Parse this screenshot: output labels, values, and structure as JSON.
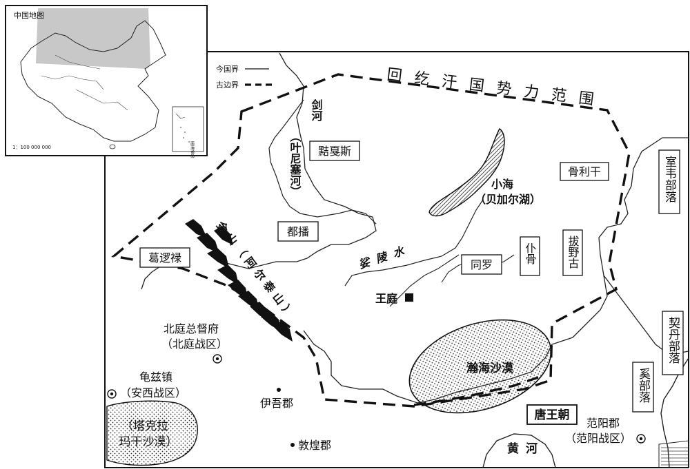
{
  "inset": {
    "title": "中国地图",
    "scale": "1：100 000 000",
    "islands_label": "南海诸岛"
  },
  "legend": {
    "modern_border": "今国界",
    "ancient_border": "古边界"
  },
  "sphere_title": "回纥汗国势力范围",
  "rivers": {
    "jian": "剑河",
    "yenisei": "（叶尼塞河）",
    "selenga": "娑陵水",
    "yellow": "黄河"
  },
  "lake": {
    "name": "小海",
    "alias": "（贝加尔湖）"
  },
  "mountains": {
    "name": "金山（阿尔泰山）"
  },
  "tribes": {
    "kirghiz": "黠戛斯",
    "dubo": "都播",
    "karluk": "葛逻禄",
    "tongluo": "同罗",
    "pugu": "仆骨",
    "bayegu": "拔野古",
    "guligan": "骨利干",
    "shiwei": "室韦部落",
    "qidan": "契丹部落",
    "xi": "奚部落"
  },
  "places": {
    "capital": "王庭",
    "beiting": "北庭总督府",
    "beiting_sub": "（北庭战区）",
    "qiuci": "龟兹镇",
    "qiuci_sub": "（安西战区）",
    "yiwu": "伊吾郡",
    "dunhuang": "敦煌郡",
    "fanyang": "范阳郡",
    "fanyang_sub": "（范阳战区）",
    "tang": "唐王朝"
  },
  "deserts": {
    "hanhai": "瀚海沙漠",
    "taklamakan_1": "（塔克拉",
    "taklamakan_2": "玛干沙漠）"
  }
}
